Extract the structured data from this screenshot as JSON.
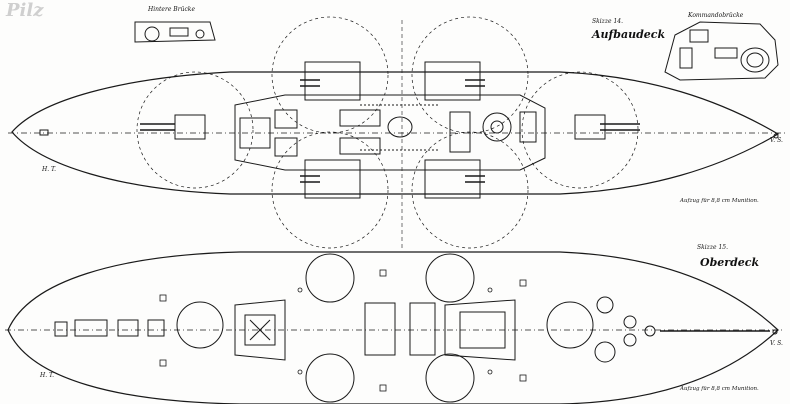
{
  "labels": {
    "rear_bridge": "Hintere Brücke",
    "command_bridge": "Kommandobrücke",
    "sketch_upper": "Skizze 14.",
    "upper_deck_title": "Aufbaudeck",
    "sketch_lower": "Skizze 15.",
    "lower_deck_title": "Oberdeck",
    "stern_mark_top": "H. T.",
    "bow_mark_top": "V. S.",
    "stern_mark_bottom": "H. T.",
    "bow_mark_bottom": "V. S.",
    "note_upper": "Aufzug für 8,8 cm Munition.",
    "note_lower": "Aufzug für 8,8 cm Munition.",
    "watermark": "Pilz"
  },
  "colors": {
    "ink": "#1a1a1a",
    "paper": "#fdfdfc"
  }
}
